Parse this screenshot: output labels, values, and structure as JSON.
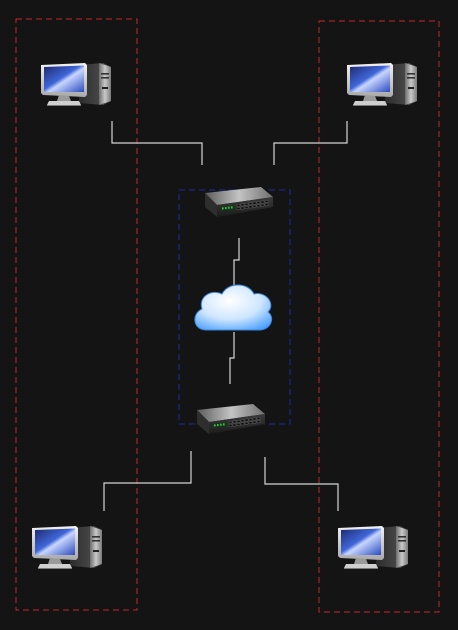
{
  "colors": {
    "background": "#141414",
    "group_border": "#c0282d",
    "core_border": "#1c2aa8",
    "link": "#d4d4d4",
    "cloud_light": "#ffffff",
    "cloud_dark": "#4aa0ff",
    "switch_led": "#3ec24a"
  },
  "diagram": {
    "groups": [
      {
        "name": "left-group",
        "border": "dashed-red"
      },
      {
        "name": "right-group",
        "border": "dashed-red"
      },
      {
        "name": "core-group",
        "border": "dashed-blue"
      }
    ],
    "nodes": [
      {
        "name": "computer-top-left",
        "icon": "desktop-computer-icon"
      },
      {
        "name": "computer-top-right",
        "icon": "desktop-computer-icon"
      },
      {
        "name": "switch-top",
        "icon": "network-switch-icon"
      },
      {
        "name": "cloud",
        "icon": "cloud-icon"
      },
      {
        "name": "switch-bottom",
        "icon": "network-switch-icon"
      },
      {
        "name": "computer-bottom-left",
        "icon": "desktop-computer-icon"
      },
      {
        "name": "computer-bottom-right",
        "icon": "desktop-computer-icon"
      }
    ],
    "links": [
      {
        "from": "computer-top-left",
        "to": "switch-top"
      },
      {
        "from": "computer-top-right",
        "to": "switch-top"
      },
      {
        "from": "switch-top",
        "to": "cloud"
      },
      {
        "from": "cloud",
        "to": "switch-bottom"
      },
      {
        "from": "switch-bottom",
        "to": "computer-bottom-left"
      },
      {
        "from": "switch-bottom",
        "to": "computer-bottom-right"
      }
    ]
  }
}
